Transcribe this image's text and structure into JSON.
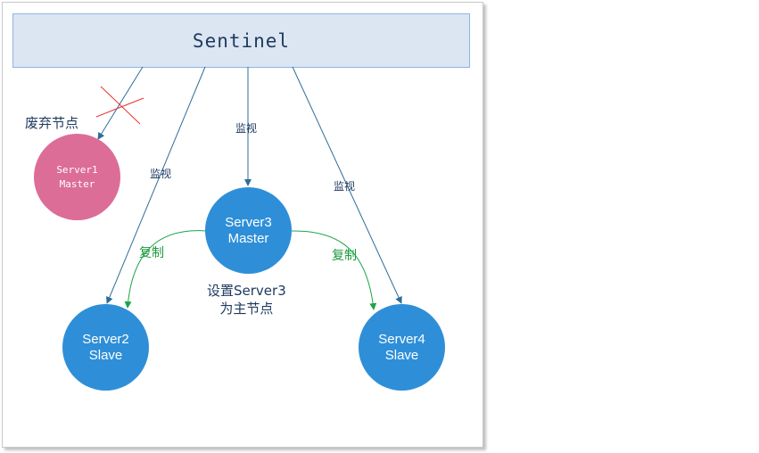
{
  "sentinel": {
    "label": "Sentinel"
  },
  "nodes": {
    "server1": {
      "name": "Server1",
      "role": "Master",
      "color": "#dc6d97",
      "status": "废弃节点"
    },
    "server2": {
      "name": "Server2",
      "role": "Slave",
      "color": "#2e8fd8"
    },
    "server3": {
      "name": "Server3",
      "role": "Master",
      "color": "#2e8fd8"
    },
    "server4": {
      "name": "Server4",
      "role": "Slave",
      "color": "#2e8fd8"
    }
  },
  "edges": {
    "monitor_label": "监视",
    "replicate_label": "复制",
    "monitor_color": "#2f6d99",
    "replicate_color": "#1aa64a",
    "cross_color": "#e8332e"
  },
  "notes": {
    "promote_line1": "设置Server3",
    "promote_line2": "为主节点"
  }
}
